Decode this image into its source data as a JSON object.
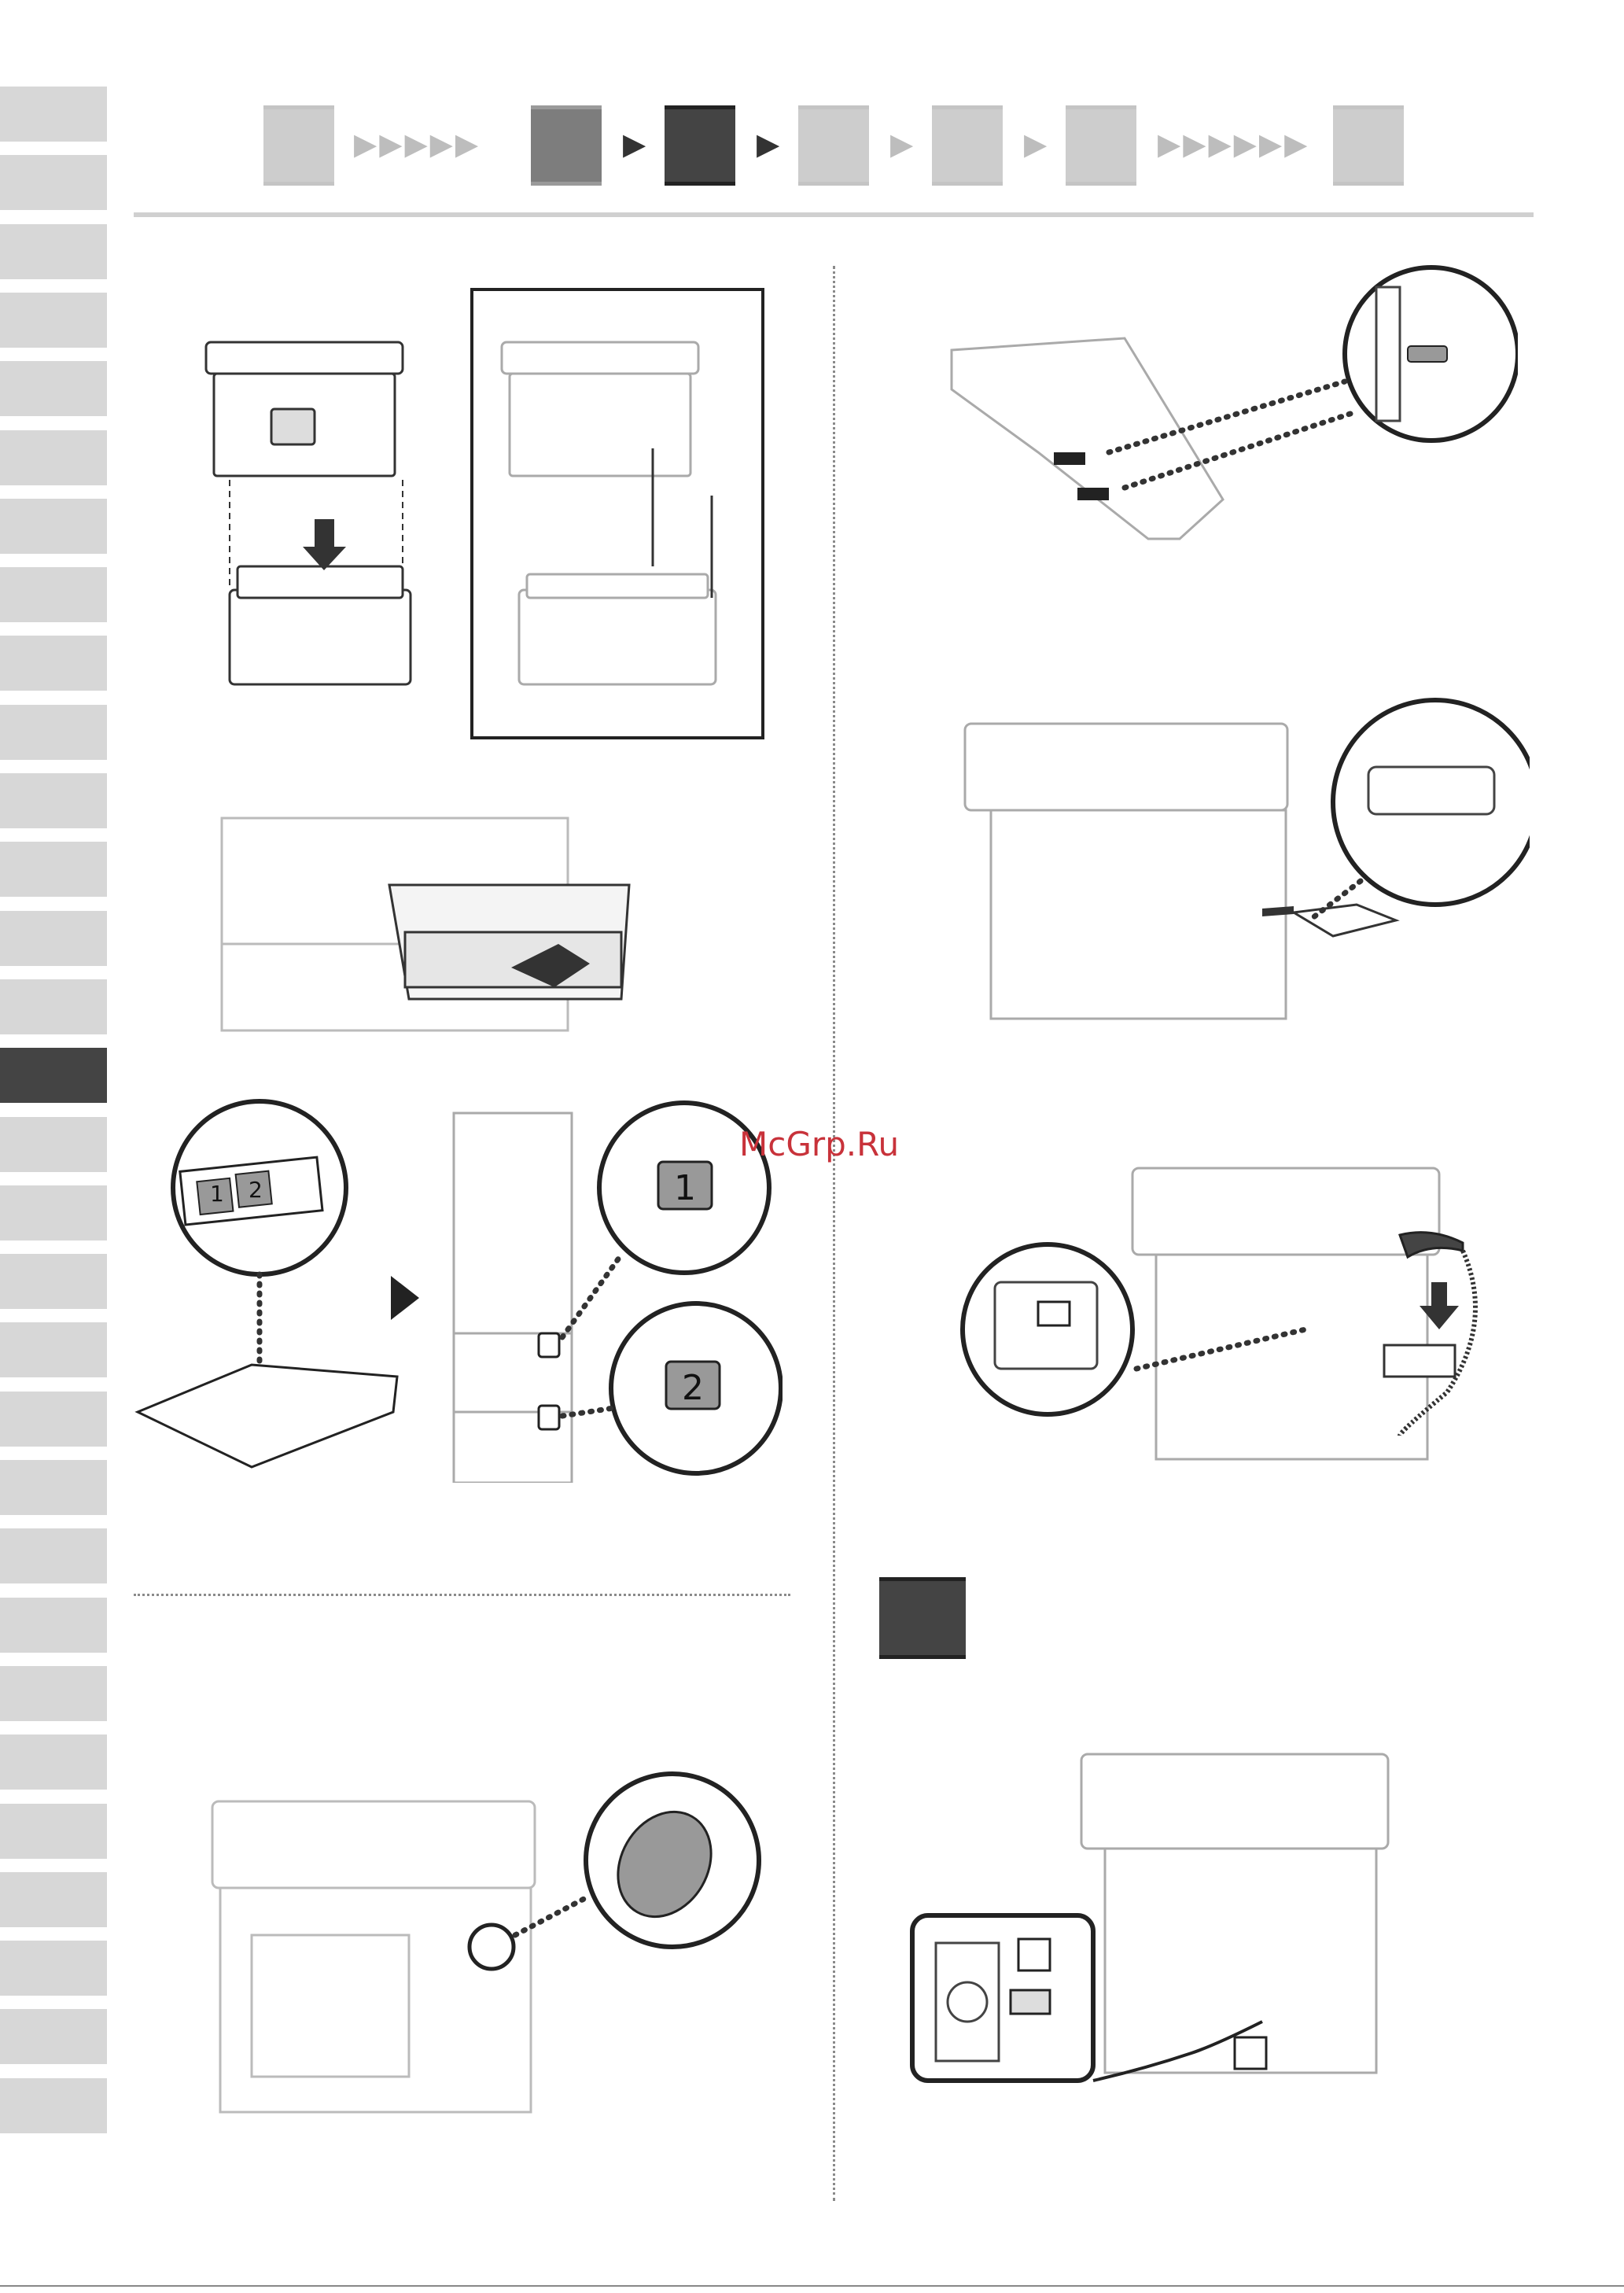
{
  "watermark": "McGrp.Ru",
  "tray_labels": [
    "1",
    "2"
  ],
  "carton_labels": [
    "1",
    "2"
  ],
  "side_tabs": {
    "count": 30,
    "active_index": 14
  },
  "progress": {
    "boxes": [
      {
        "name": "step-1",
        "state": "light"
      },
      {
        "name": "step-2",
        "state": "mid"
      },
      {
        "name": "step-3",
        "state": "dark"
      },
      {
        "name": "step-4",
        "state": "light"
      },
      {
        "name": "step-5",
        "state": "light"
      },
      {
        "name": "step-6",
        "state": "light"
      },
      {
        "name": "step-7",
        "state": "light"
      }
    ],
    "arrows": [
      "▶▶▶▶▶",
      "▶",
      "▶",
      "▶",
      "▶",
      "▶▶▶▶▶▶"
    ]
  },
  "colors": {
    "active_tab": "#444444",
    "tab": "#d7d7d7",
    "watermark": "#c8323a",
    "line": "#9a9a9a"
  }
}
